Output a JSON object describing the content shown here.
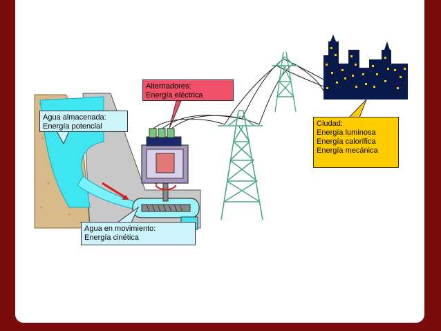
{
  "labels": {
    "alternadores": [
      "Alternadores:",
      "Energía eléctrica"
    ],
    "agua_almacenada": [
      "Agua almacenada:",
      "Energía potencial"
    ],
    "agua_movimiento": [
      "Agua en movimiento:",
      "Energía cinética"
    ],
    "ciudad": [
      "Ciudad:",
      "Energía luminosa",
      "Energía calorífica",
      "Energía mecánica"
    ]
  },
  "colors": {
    "frame": "#7a0c0c",
    "water": "#3fe6f0",
    "dam": "#c8c8c8",
    "rock": "#d8b98a",
    "generator": "#a898c0",
    "alternator_label": "#f0506a",
    "city_label": "#ffcc00",
    "city_buildings": "#0a1a4a",
    "city_lights": "#ffcc00",
    "tower": "#4aa888"
  }
}
